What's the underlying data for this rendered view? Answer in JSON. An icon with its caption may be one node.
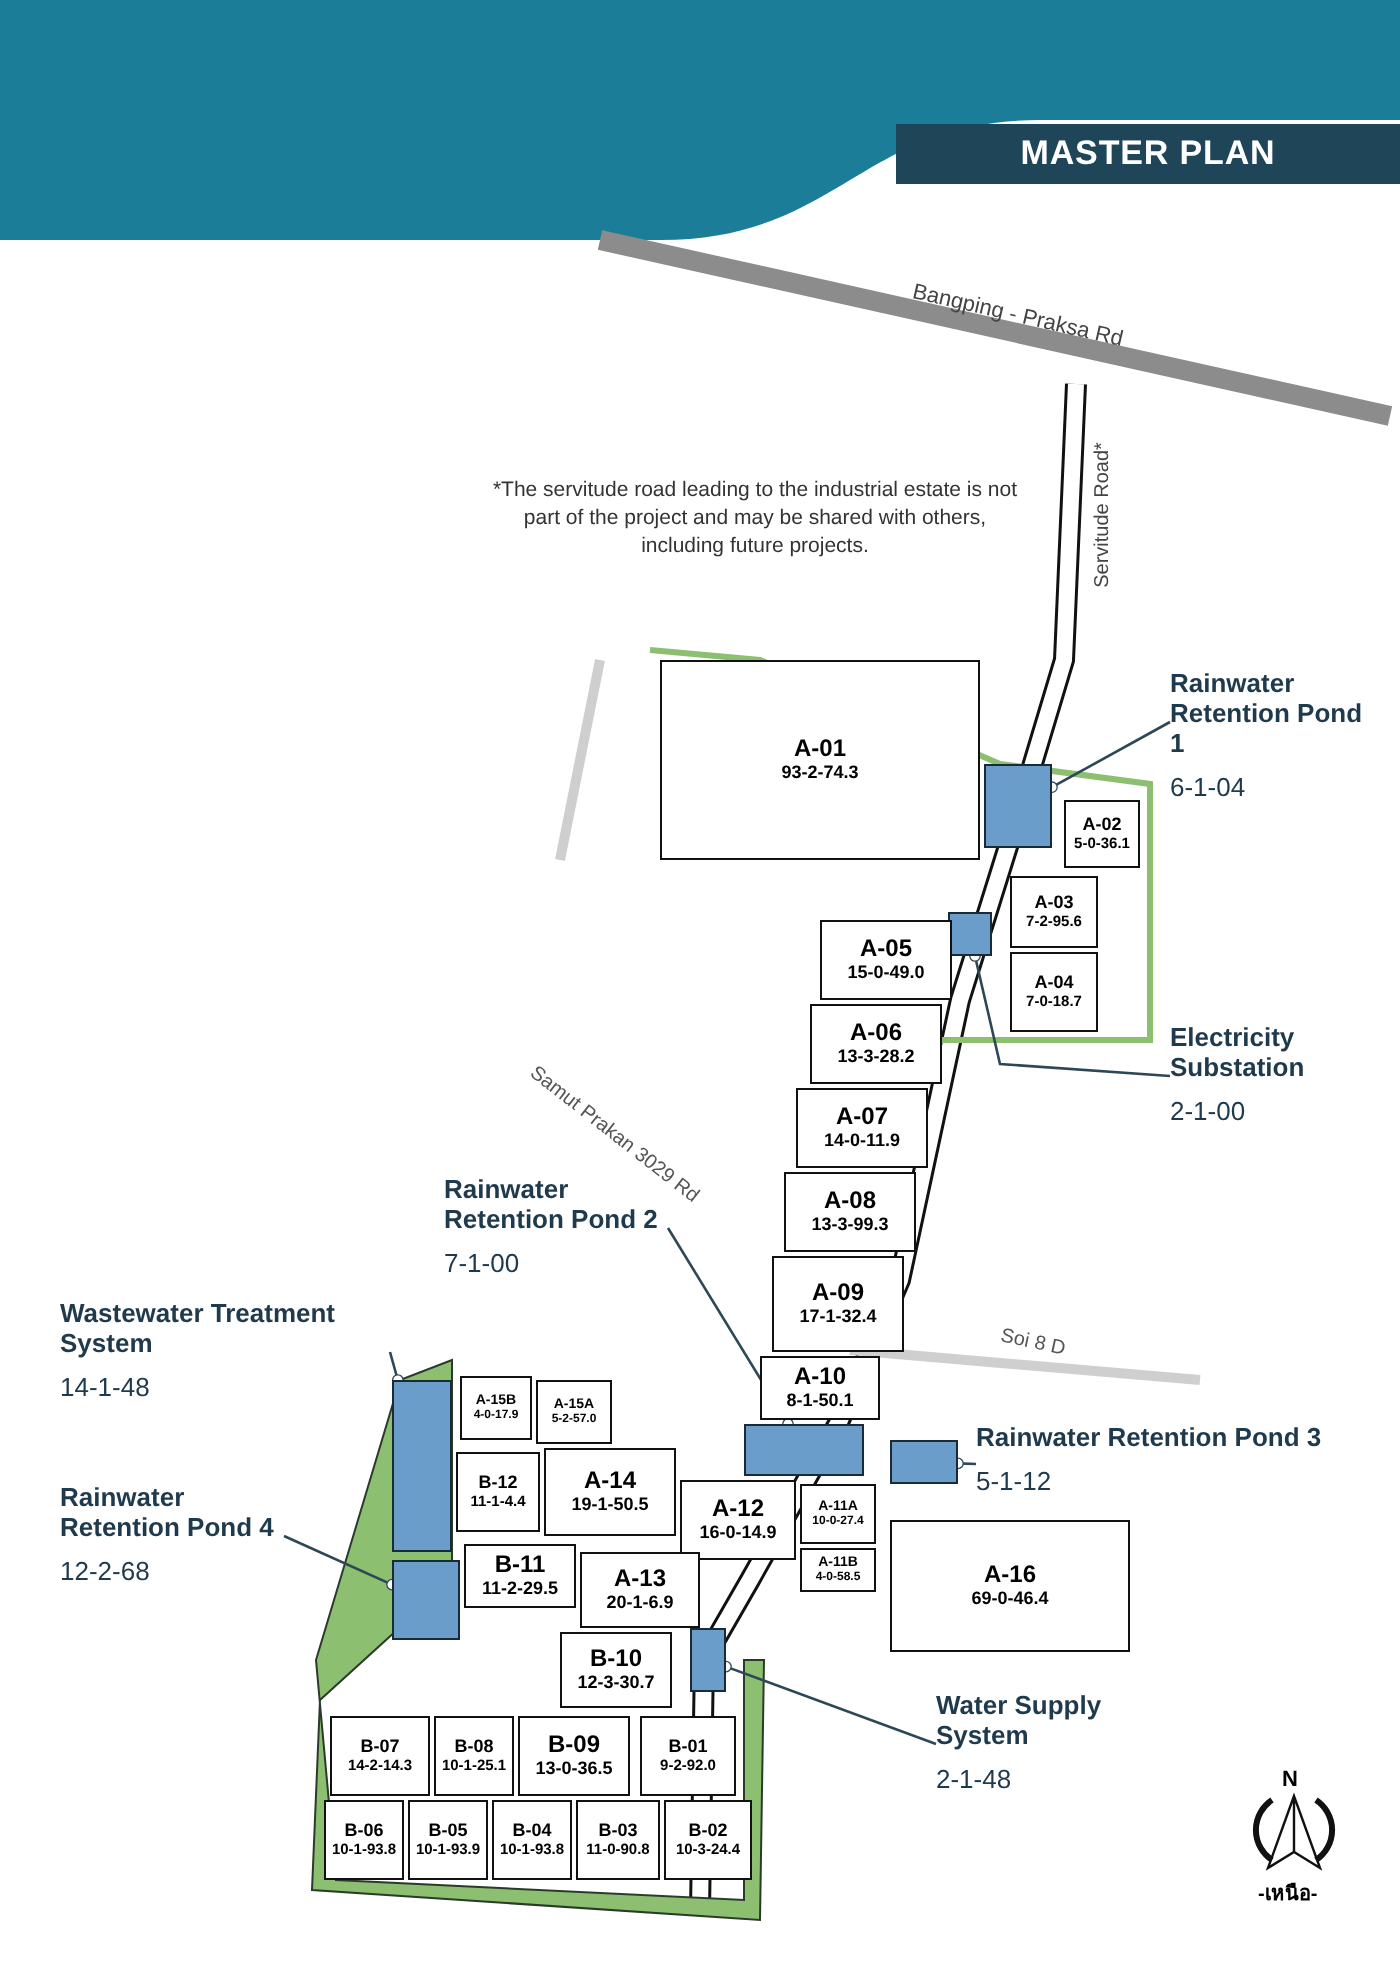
{
  "diagram": {
    "title": "MASTER PLAN",
    "nodes": [
      {
        "text": [
          "A-01",
          "93-2-74.3"
        ]
      },
      {
        "text": [],
        "shape": "box"
      },
      {
        "text": [
          "A-02",
          "5-0-36.1"
        ]
      },
      {
        "text": [
          "A-03",
          "7-2-95.6"
        ]
      },
      {
        "text": [
          "A-04",
          "7-0-18.7"
        ]
      },
      {
        "text": [],
        "shape": "box"
      },
      {
        "text": [
          "A-05",
          "15-0-49.0"
        ]
      },
      {
        "text": [
          "A-06",
          "13-3-28.2"
        ]
      },
      {
        "text": [
          "A-07",
          "14-0-11.9"
        ]
      },
      {
        "text": [
          "A-08",
          "13-3-99.3"
        ]
      },
      {
        "text": [
          "A-09",
          "17-1-32.4"
        ]
      },
      {
        "text": [
          "A-10",
          "8-1-50.1"
        ]
      },
      {
        "text": [],
        "shape": "box"
      },
      {
        "text": [
          "A-15B",
          "4-0-17.9"
        ]
      },
      {
        "text": [
          "A-15A",
          "5-2-57.0"
        ]
      },
      {
        "text": [
          "A-14",
          "19-1-50.5"
        ]
      },
      {
        "text": [
          "A-11A",
          "10-0-27.4"
        ]
      },
      {
        "text": [
          "A-11B",
          "4-0-58.5"
        ]
      },
      {
        "text": [
          "A-12",
          "16-0-14.9"
        ]
      },
      {
        "text": [],
        "shape": "box"
      },
      {
        "text": [
          "A-16",
          "69-0-46.4"
        ]
      },
      {
        "text": [],
        "shape": "box"
      },
      {
        "text": [
          "B-12",
          "11-1-4.4"
        ]
      },
      {
        "text": [
          "A-13",
          "20-1-6.9"
        ]
      },
      {
        "text": [
          "B-11",
          "11-2-29.5"
        ]
      },
      {
        "text": [],
        "shape": "box"
      },
      {
        "text": [
          "B-10",
          "12-3-30.7"
        ]
      },
      {
        "text": [],
        "shape": "box"
      },
      {
        "text": [
          "B-07",
          "14-2-14.3"
        ]
      },
      {
        "text": [
          "B-08",
          "10-1-25.1"
        ]
      },
      {
        "text": [
          "B-09",
          "13-0-36.5"
        ]
      },
      {
        "text": [
          "B-01",
          "9-2-92.0"
        ]
      },
      {
        "text": [
          "B-06",
          "10-1-93.8"
        ]
      },
      {
        "text": [
          "B-05",
          "10-1-93.9"
        ]
      },
      {
        "text": [
          "B-04",
          "10-1-93.8"
        ]
      },
      {
        "text": [
          "B-03",
          "11-0-90.8"
        ]
      },
      {
        "text": [
          "B-02",
          "10-3-24.4"
        ]
      },
      {
        "text": [
          "Rainwater Retention Pond 1",
          "6-1-04"
        ]
      },
      {
        "text": [
          "Electricity Substation",
          "2-1-00"
        ]
      },
      {
        "text": [
          "Rainwater Retention Pond 2",
          "7-1-00"
        ]
      },
      {
        "text": [
          "Wastewater Treatment System",
          "14-1-48"
        ]
      },
      {
        "text": [
          "Rainwater Retention Pond 3",
          "5-1-12"
        ]
      },
      {
        "text": [
          "Rainwater Retention Pond 4",
          "12-2-68"
        ]
      },
      {
        "text": [
          "Water Supply System",
          "2-1-48"
        ]
      }
    ],
    "edges": [
      {
        "from": 37,
        "to": 1,
        "arrow": "other"
      },
      {
        "from": 38,
        "to": 5,
        "arrow": "other"
      },
      {
        "from": 39,
        "to": 12,
        "arrow": "other"
      },
      {
        "from": 40,
        "to": 21,
        "arrow": "other"
      },
      {
        "from": 41,
        "to": 19,
        "arrow": "other"
      },
      {
        "from": 42,
        "to": 25,
        "arrow": "other"
      },
      {
        "from": 43,
        "to": 27,
        "arrow": "other"
      }
    ],
    "labels": [
      "Bangping - Praksa Rd",
      "Servitude Road*",
      "*The servitude road leading to the industrial estate is not part of the project and may be shared with others, including future projects.",
      "Samut Prakan 3029 Rd",
      "Soi 8 D",
      "N",
      "-เหนือ-"
    ]
  }
}
